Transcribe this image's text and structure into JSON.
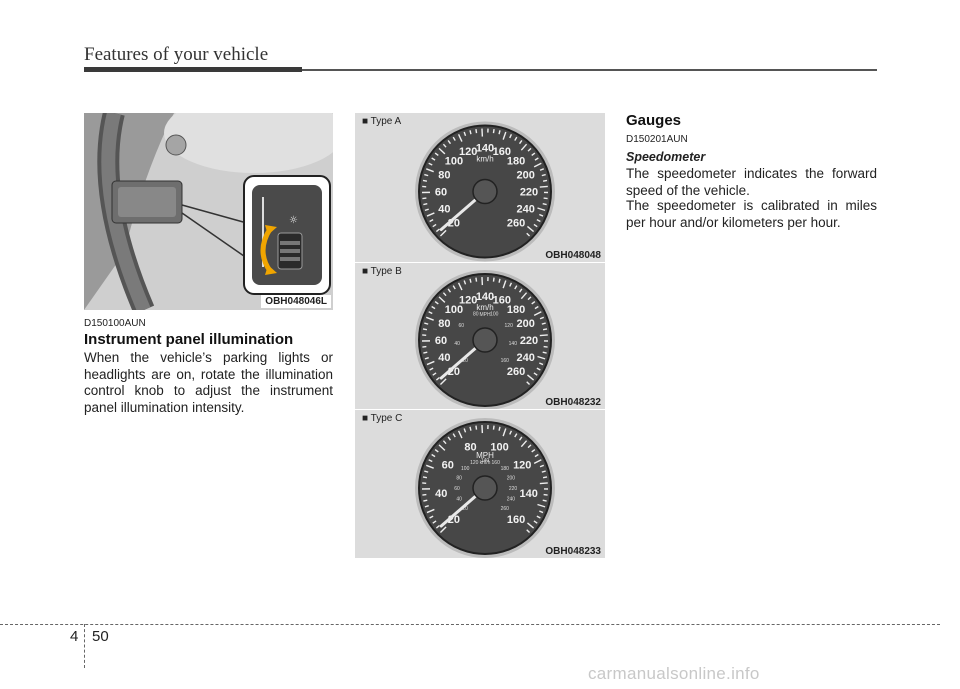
{
  "header": {
    "title": "Features of your vehicle"
  },
  "left": {
    "figure_label": "OBH048046L",
    "code": "D150100AUN",
    "heading": "Instrument panel illumination",
    "body": "When the vehicle’s parking lights or headlights are on, rotate the illumination control knob to adjust the instrument panel illumination intensity."
  },
  "middle": {
    "gauges": [
      {
        "type_label": "■ Type A",
        "figure_label": "OBH048048",
        "outer_ticks": [
          "20",
          "40",
          "60",
          "80",
          "100",
          "120",
          "140",
          "160",
          "180",
          "200",
          "220",
          "240",
          "260"
        ],
        "unit": "km/h",
        "inner_ticks": []
      },
      {
        "type_label": "■ Type B",
        "figure_label": "OBH048232",
        "outer_ticks": [
          "20",
          "40",
          "60",
          "80",
          "100",
          "120",
          "140",
          "160",
          "180",
          "200",
          "220",
          "240",
          "260"
        ],
        "unit": "km/h",
        "inner_ticks": [
          "20",
          "40",
          "60",
          "80",
          "100",
          "120",
          "140",
          "160"
        ],
        "inner_unit": "MPH"
      },
      {
        "type_label": "■ Type C",
        "figure_label": "OBH048233",
        "outer_ticks": [
          "20",
          "40",
          "60",
          "80",
          "100",
          "120",
          "140",
          "160"
        ],
        "unit": "MPH",
        "inner_ticks": [
          "20",
          "40",
          "60",
          "80",
          "100",
          "120",
          "140",
          "160",
          "180",
          "200",
          "220",
          "240",
          "260"
        ],
        "inner_unit": "km/h"
      }
    ]
  },
  "right": {
    "heading": "Gauges",
    "code": "D150201AUN",
    "subhead": "Speedometer",
    "body1": "The speedometer indicates the forward speed of the vehicle.",
    "body2": "The speedometer is calibrated in miles per hour and/or kilometers per hour."
  },
  "footer": {
    "section": "4",
    "page": "50",
    "watermark": "carmanualsonline.info"
  }
}
